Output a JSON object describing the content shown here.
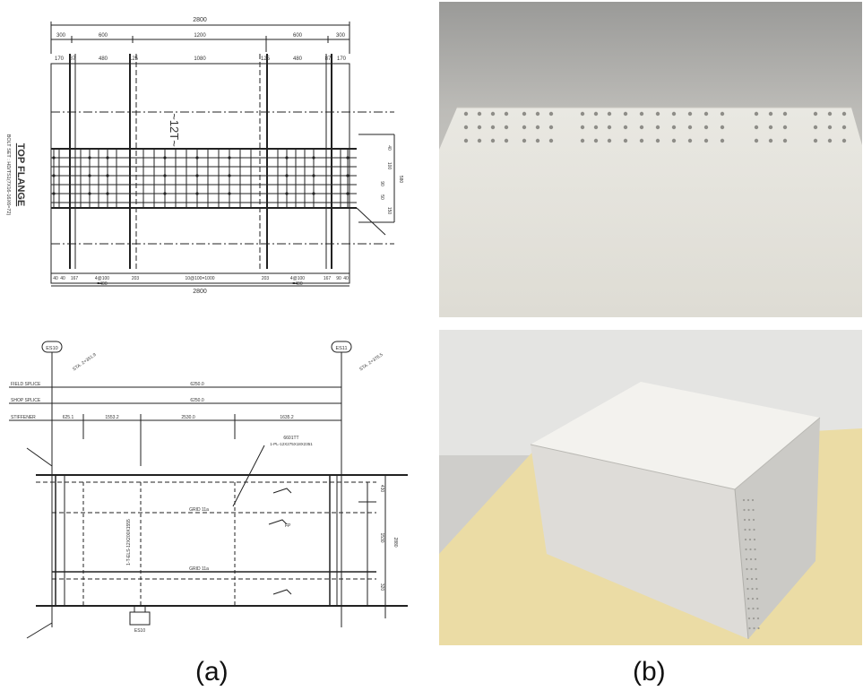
{
  "figure": {
    "caption_a": "(a)",
    "caption_b": "(b)"
  },
  "top_drawing": {
    "title": "TOP FLANGE",
    "note": "BOLT SET : HD/TS1(7X16-16X6=72)",
    "center_mark": "~12T~",
    "overall_width_top": "2800",
    "overall_width_bottom": "2800",
    "top_dims": [
      "300",
      "600",
      "1200",
      "600",
      "300"
    ],
    "second_dims": [
      "170",
      "87",
      "480",
      "125",
      "1080",
      "125",
      "480",
      "87",
      "170"
    ],
    "bottom_dims": [
      "40",
      "40",
      "167",
      "4@100",
      "203",
      "10@100=1000",
      "203",
      "4@100",
      "167",
      "90",
      "40"
    ],
    "bottom_sub": [
      "=400",
      "=400"
    ],
    "right_dims": [
      "580",
      "40",
      "100",
      "90",
      "50",
      "150"
    ]
  },
  "bottom_drawing": {
    "section_left": "ES10",
    "section_right": "ES11",
    "sta_left": "STA. 2+351.9",
    "sta_right": "STA. 2+376.5",
    "row_labels": [
      "FIELD SPLICE",
      "SHOP SPLICE",
      "STIFFENER"
    ],
    "field_splice_dim": "6250.0",
    "shop_splice_dim": "6250.0",
    "stiffener_dims": [
      "625.1",
      "1553.2",
      "2530.0",
      "1635.2"
    ],
    "callout": "6601TT",
    "callout_sub": "1-PL-12X275X18X2351",
    "grid_labels": [
      "GRID 11a",
      "GRID 11a"
    ],
    "vertical_label": "1-T-ELS-12X200X1555",
    "right_dims": [
      "430",
      "1530",
      "320",
      "2880"
    ],
    "bottom_tag": "ES10",
    "weld_label": "FP"
  }
}
